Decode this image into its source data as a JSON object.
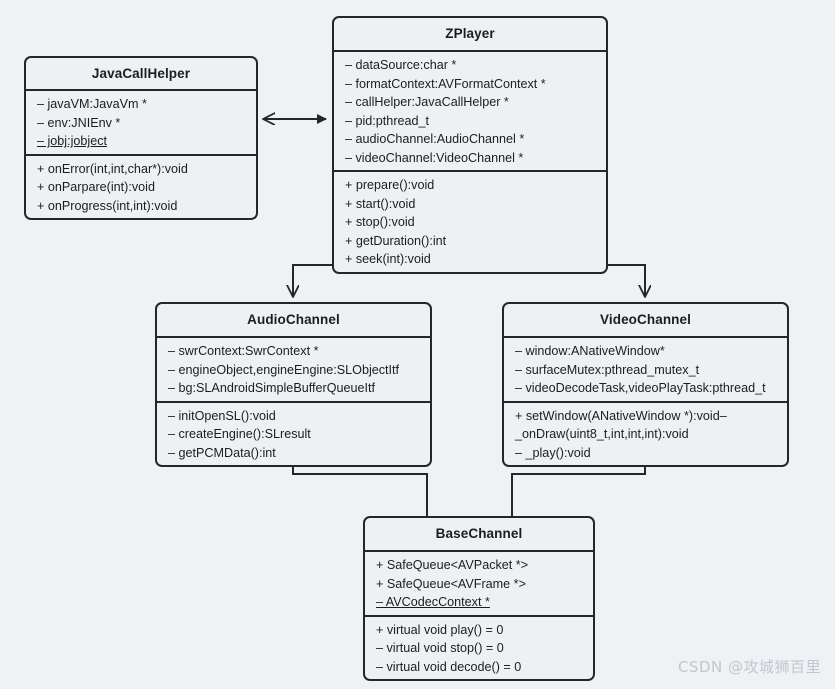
{
  "diagram": {
    "title": "ZPlayer UML class diagram",
    "background_color": "#eff1f5",
    "box_fill_color": "#eef0f4",
    "border_color": "#24262b",
    "text_color": "#1b1d21"
  },
  "classes": {
    "javacallhelper": {
      "name": "JavaCallHelper",
      "attributes": [
        "– javaVM:JavaVm *",
        "– env:JNIEnv *",
        "– jobj:jobject"
      ],
      "methods": [
        "+ onError(int,int,char*):void",
        "+ onParpare(int):void",
        "+ onProgress(int,int):void"
      ]
    },
    "zplayer": {
      "name": "ZPlayer",
      "attributes": [
        "– dataSource:char *",
        "– formatContext:AVFormatContext *",
        "– callHelper:JavaCallHelper *",
        "– pid:pthread_t",
        "– audioChannel:AudioChannel *",
        "– videoChannel:VideoChannel *"
      ],
      "methods": [
        "+ prepare():void",
        "+ start():void",
        "+ stop():void",
        "+ getDuration():int",
        "+ seek(int):void"
      ]
    },
    "audiochannel": {
      "name": "AudioChannel",
      "attributes": [
        "– swrContext:SwrContext *",
        "– engineObject,engineEngine:SLObjectItf",
        "– bg:SLAndroidSimpleBufferQueueItf"
      ],
      "methods": [
        "– initOpenSL():void",
        "– createEngine():SLresult",
        "– getPCMData():int"
      ]
    },
    "videochannel": {
      "name": "VideoChannel",
      "attributes": [
        "– window:ANativeWindow*",
        "– surfaceMutex:pthread_mutex_t",
        "– videoDecodeTask,videoPlayTask:pthread_t"
      ],
      "methods": [
        "+ setWindow(ANativeWindow *):void–",
        "_onDraw(uint8_t,int,int,int):void",
        "–  _play():void"
      ]
    },
    "basechannel": {
      "name": "BaseChannel",
      "attributes": [
        "+ SafeQueue<AVPacket *>",
        "+ SafeQueue<AVFrame *>",
        "– AVCodecContext *"
      ],
      "methods": [
        "+ virtual void play() = 0",
        "– virtual void stop() = 0",
        "– virtual void decode() = 0"
      ]
    }
  },
  "watermark": {
    "text": "CSDN @攻城狮百里"
  }
}
